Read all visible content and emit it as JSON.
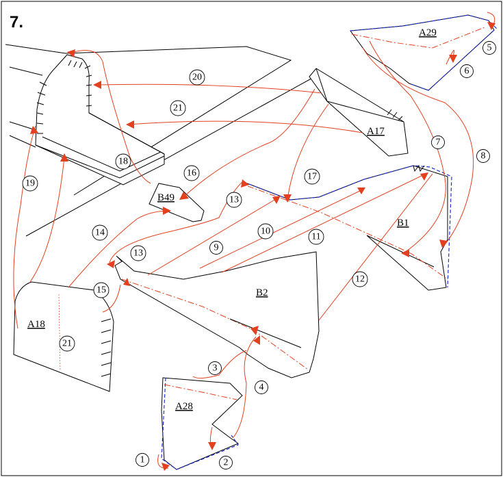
{
  "figure": {
    "number": "7."
  },
  "parts": {
    "a29": "A29",
    "a17": "A17",
    "b49": "B49",
    "b1": "B1",
    "b2": "B2",
    "a18": "A18",
    "a28": "A28"
  },
  "steps": [
    "1",
    "2",
    "3",
    "4",
    "5",
    "6",
    "7",
    "8",
    "9",
    "10",
    "11",
    "12",
    "13",
    "13",
    "14",
    "15",
    "16",
    "17",
    "18",
    "19",
    "20",
    "21",
    "21"
  ],
  "colors": {
    "outline": "#000000",
    "route": "#e2401e",
    "fold_line": "#1f2fd6"
  }
}
